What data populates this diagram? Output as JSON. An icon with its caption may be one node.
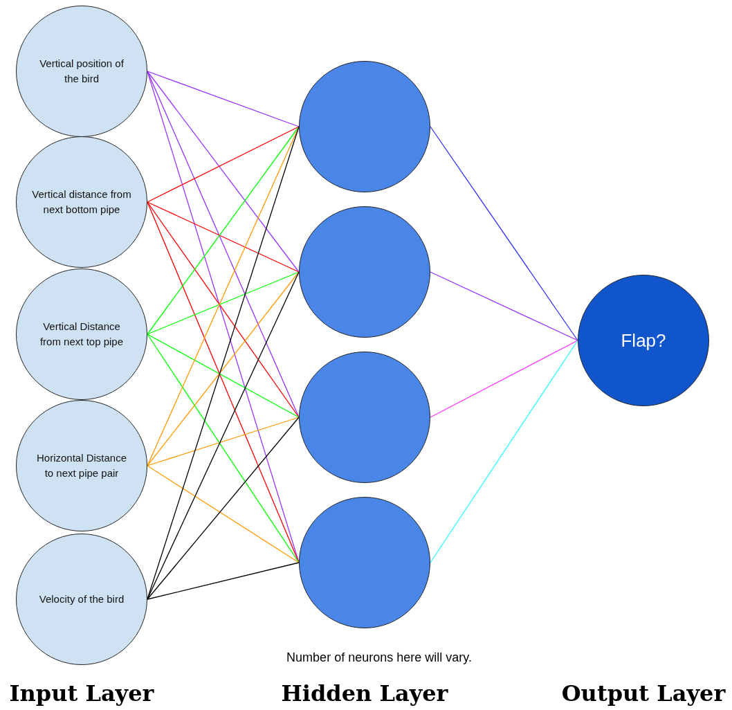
{
  "diagram": {
    "nodes": [
      {
        "text": [
          "Vertical position of the bird"
        ]
      },
      {
        "text": [
          "Vertical distance from next bottom pipe"
        ]
      },
      {
        "text": [
          "Vertical Distance from next top pipe"
        ]
      },
      {
        "text": [
          "Horizontal Distance to next pipe pair"
        ]
      },
      {
        "text": [
          "Velocity of the bird"
        ]
      },
      {
        "text": [],
        "shape": "circle"
      },
      {
        "text": [],
        "shape": "circle"
      },
      {
        "text": [],
        "shape": "circle"
      },
      {
        "text": [],
        "shape": "circle"
      },
      {
        "text": [
          "Flap?"
        ]
      }
    ],
    "edges": [
      {
        "from": 0,
        "to": 5,
        "arrow": "none",
        "color": "#9933ff"
      },
      {
        "from": 0,
        "to": 6,
        "arrow": "none",
        "color": "#9933ff"
      },
      {
        "from": 0,
        "to": 7,
        "arrow": "none",
        "color": "#9933ff"
      },
      {
        "from": 0,
        "to": 8,
        "arrow": "none",
        "color": "#9933ff"
      },
      {
        "from": 1,
        "to": 5,
        "arrow": "none",
        "color": "#ff0000"
      },
      {
        "from": 1,
        "to": 6,
        "arrow": "none",
        "color": "#ff0000"
      },
      {
        "from": 1,
        "to": 7,
        "arrow": "none",
        "color": "#ff0000"
      },
      {
        "from": 1,
        "to": 8,
        "arrow": "none",
        "color": "#ff0000"
      },
      {
        "from": 2,
        "to": 5,
        "arrow": "none",
        "color": "#00ff00"
      },
      {
        "from": 2,
        "to": 6,
        "arrow": "none",
        "color": "#00ff00"
      },
      {
        "from": 2,
        "to": 7,
        "arrow": "none",
        "color": "#00ff00"
      },
      {
        "from": 2,
        "to": 8,
        "arrow": "none",
        "color": "#00ff00"
      },
      {
        "from": 3,
        "to": 5,
        "arrow": "none",
        "color": "#ff9900"
      },
      {
        "from": 3,
        "to": 6,
        "arrow": "none",
        "color": "#ff9900"
      },
      {
        "from": 3,
        "to": 7,
        "arrow": "none",
        "color": "#ff9900"
      },
      {
        "from": 3,
        "to": 8,
        "arrow": "none",
        "color": "#ff9900"
      },
      {
        "from": 4,
        "to": 5,
        "arrow": "none",
        "color": "#000000"
      },
      {
        "from": 4,
        "to": 6,
        "arrow": "none",
        "color": "#000000"
      },
      {
        "from": 4,
        "to": 7,
        "arrow": "none",
        "color": "#000000"
      },
      {
        "from": 4,
        "to": 8,
        "arrow": "none",
        "color": "#000000"
      },
      {
        "from": 5,
        "to": 9,
        "arrow": "none",
        "color": "#3333ff"
      },
      {
        "from": 6,
        "to": 9,
        "arrow": "none",
        "color": "#9933ff"
      },
      {
        "from": 7,
        "to": 9,
        "arrow": "none",
        "color": "#ff33ff"
      },
      {
        "from": 8,
        "to": 9,
        "arrow": "none",
        "color": "#33ffff"
      }
    ],
    "labels": [
      "Number of neurons here will vary.",
      "Input Layer",
      "Hidden Layer",
      "Output Layer"
    ]
  }
}
